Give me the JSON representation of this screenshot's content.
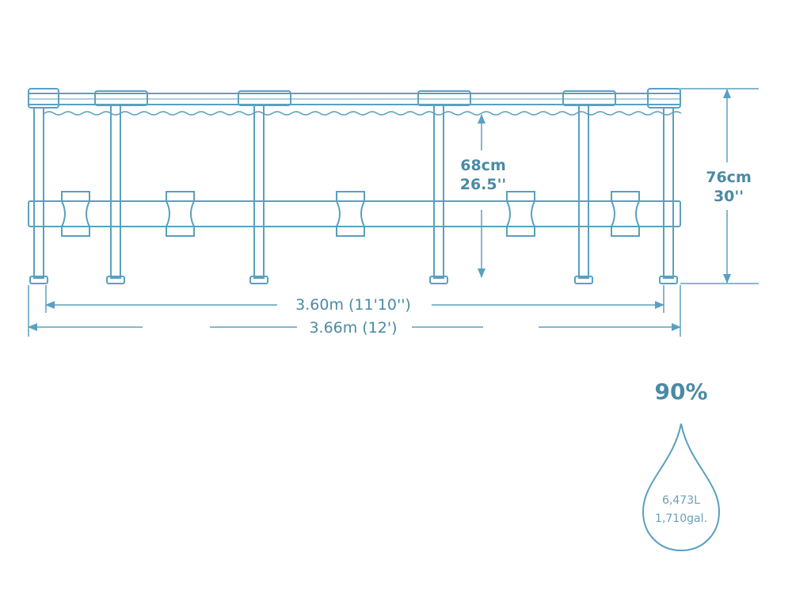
{
  "colors": {
    "line": "#5aa0bf",
    "text": "#4a8aa4",
    "background": "#ffffff"
  },
  "dimensions": {
    "water_height_cm": "68cm",
    "water_height_in": "26.5''",
    "wall_height_cm": "76cm",
    "wall_height_in": "30''",
    "inner_diameter": "3.60m (11'10'')",
    "outer_diameter": "3.66m (12')"
  },
  "fill": {
    "percent": "90%",
    "percent_value": 0.9,
    "volume_liters": "6,473L",
    "volume_gallons": "1,710gal."
  },
  "icons": [
    "pool-frame-diagram",
    "water-drop-icon",
    "dimension-arrow-icon"
  ]
}
